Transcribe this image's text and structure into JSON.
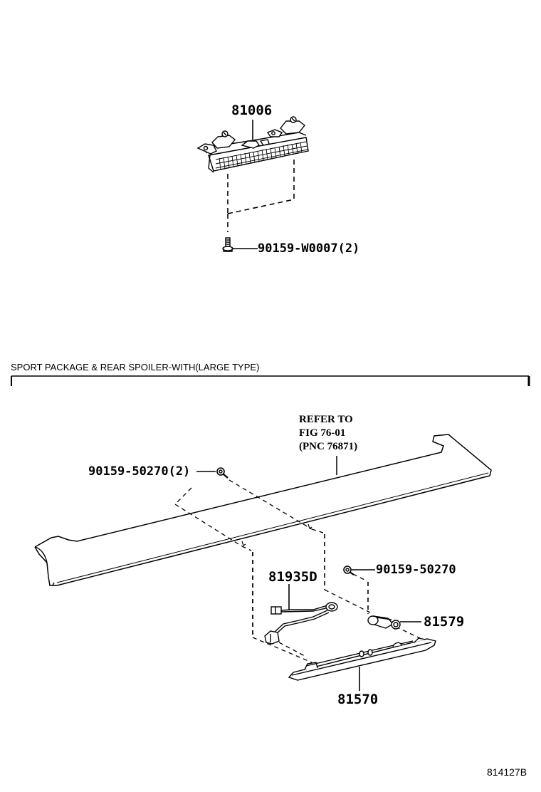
{
  "diagram": {
    "figure_id": "814127B",
    "upper_assembly": {
      "part_label": "81006",
      "fastener_label": "90159-W0007(2)"
    },
    "section": {
      "title": "SPORT PACKAGE & REAR SPOILER-WITH(LARGE TYPE)"
    },
    "lower_assembly": {
      "reference_note": {
        "line1": "REFER TO",
        "line2": "FIG 76-01",
        "line3": "(PNC 76871)"
      },
      "labels": {
        "screw_left": "90159-50270(2)",
        "screw_right": "90159-50270",
        "wire_harness": "81935D",
        "socket": "81579",
        "lamp": "81570"
      }
    }
  }
}
